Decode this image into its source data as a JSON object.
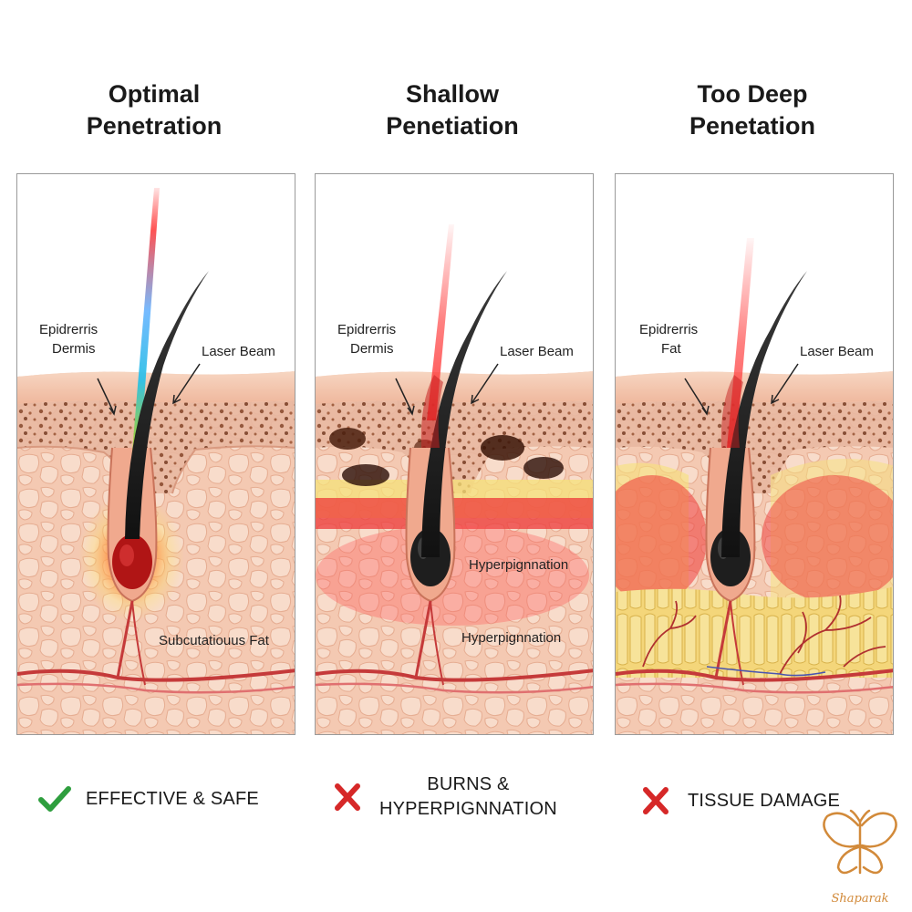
{
  "panels": [
    {
      "title_line1": "Optimal",
      "title_line2": "Penetration",
      "label_top_line1": "Epidrerris",
      "label_top_line2": "Dermis",
      "label_beam": "Laser Beam",
      "label_bottom": "Subcutatiouus Fat",
      "verdict_line1": "EFFECTIVE & SAFE",
      "verdict_line2": "",
      "verdict_icon": "check-icon",
      "verdict_color": "#2e9e3e"
    },
    {
      "title_line1": "Shallow",
      "title_line2": "Penetiation",
      "label_top_line1": "Epidrerris",
      "label_top_line2": "Dermis",
      "label_beam": "Laser Beam",
      "label_mid": "Hyperpignnation",
      "label_bottom": "Hyperpignnation",
      "verdict_line1": "BURNS &",
      "verdict_line2": "HYPERPIGNNATION",
      "verdict_icon": "cross-icon",
      "verdict_color": "#d62828"
    },
    {
      "title_line1": "Too Deep",
      "title_line2": "Penetation",
      "label_top_line1": "Epidrerris",
      "label_top_line2": "Fat",
      "label_beam": "Laser Beam",
      "verdict_line1": "TISSUE DAMAGE",
      "verdict_line2": "",
      "verdict_icon": "cross-icon",
      "verdict_color": "#d62828"
    }
  ],
  "logo": {
    "text": "Shaparak",
    "icon": "butterfly-logo-icon",
    "color": "#d28a3a"
  }
}
